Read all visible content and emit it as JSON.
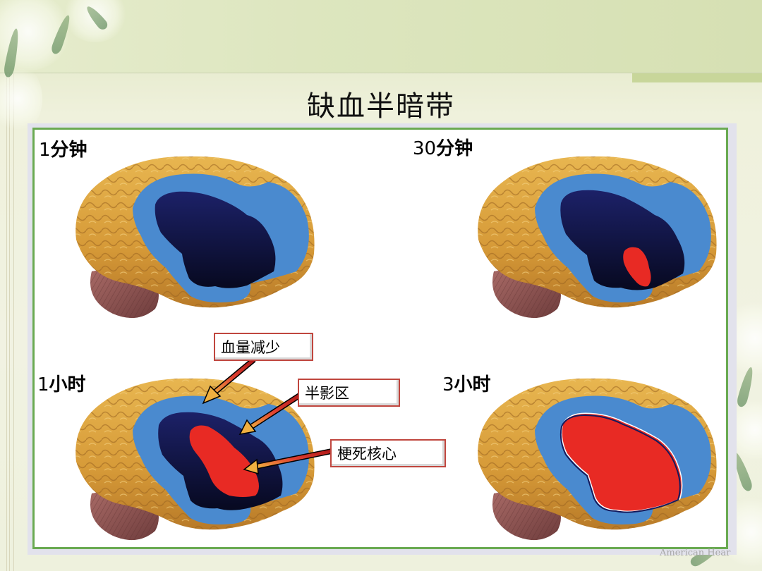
{
  "slide": {
    "title": "缺血半暗带",
    "watermark": "American Hear"
  },
  "panels": [
    {
      "id": "1min",
      "num": "1",
      "unit": "分钟",
      "core": "none"
    },
    {
      "id": "30min",
      "num": "30",
      "unit": "分钟",
      "core": "small"
    },
    {
      "id": "1hr",
      "num": "1",
      "unit": "小时",
      "core": "medium"
    },
    {
      "id": "3hr",
      "num": "3",
      "unit": "小时",
      "core": "large"
    }
  ],
  "callouts": [
    {
      "label": "血量减少",
      "target": "reduced-blood-flow-zone"
    },
    {
      "label": "半影区",
      "target": "penumbra-zone"
    },
    {
      "label": "梗死核心",
      "target": "infarct-core"
    }
  ],
  "colors": {
    "frame_border": "#6aaa52",
    "reduced_flow": "#4a8acf",
    "penumbra": "#151a5c",
    "infarct_core": "#e82a24",
    "cortex": "#d8a040",
    "cerebellum": "#9a5a58",
    "callout_border": "#c0463e"
  }
}
